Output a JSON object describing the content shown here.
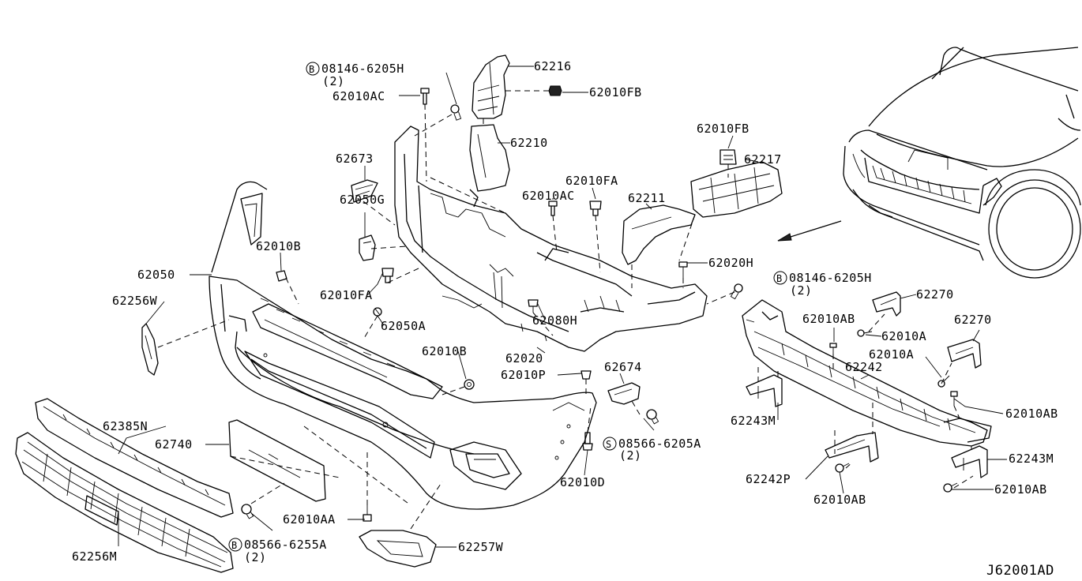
{
  "diagram_code": "J62001AD",
  "parts": {
    "p08146_top": "08146-6205H",
    "p08146_top_qty": "(2)",
    "p08146_right": "08146-6205H",
    "p08146_right_qty": "(2)",
    "p08566_a": "08566-6205A",
    "p08566_a_qty": "(2)",
    "p08566_b": "08566-6255A",
    "p08566_b_qty": "(2)",
    "p62010AC_top": "62010AC",
    "p62216": "62216",
    "p62010FB_top": "62010FB",
    "p62210": "62210",
    "p62673": "62673",
    "p62010FB_right": "62010FB",
    "p62217": "62217",
    "p62010FA_right": "62010FA",
    "p62010AC_mid": "62010AC",
    "p62211": "62211",
    "p62050G": "62050G",
    "p62010B_top": "62010B",
    "p62050": "62050",
    "p62020H": "62020H",
    "p62010FA_left": "62010FA",
    "p62256W": "62256W",
    "p62050A": "62050A",
    "p62080H": "62080H",
    "p62270_top": "62270",
    "p62010AB_top": "62010AB",
    "p62010A_top": "62010A",
    "p62270_mid": "62270",
    "p62010B_mid": "62010B",
    "p62020": "62020",
    "p62010A_mid": "62010A",
    "p62010P": "62010P",
    "p62674": "62674",
    "p62242": "62242",
    "p62010AB_right": "62010AB",
    "p62243M_left": "62243M",
    "p62385N": "62385N",
    "p62740": "62740",
    "p62243M_right": "62243M",
    "p62242P": "62242P",
    "p62010D": "62010D",
    "p62010AB_bottom": "62010AB",
    "p62010AB_br": "62010AB",
    "p62010AA": "62010AA",
    "p62256M": "62256M",
    "p62257W": "62257W"
  },
  "circle_marks": {
    "bolt": "B",
    "screw": "S"
  }
}
